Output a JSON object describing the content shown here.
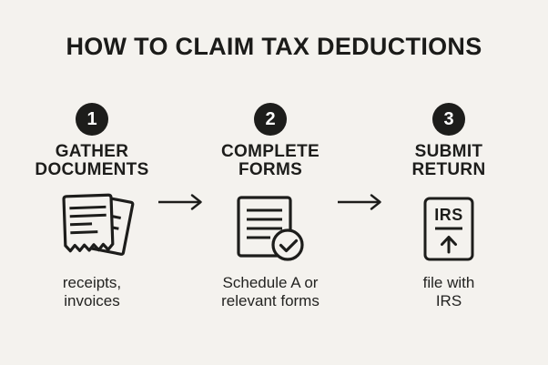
{
  "colors": {
    "background": "#f4f2ee",
    "ink": "#1d1d1b",
    "badge_bg": "#1d1d1b",
    "badge_text": "#ffffff"
  },
  "title": "HOW TO CLAIM TAX DEDUCTIONS",
  "steps": [
    {
      "number": "1",
      "icon": "receipts-icon",
      "title_lines": [
        "GATHER",
        "DOCUMENTS"
      ],
      "caption_lines": [
        "receipts,",
        "invoices"
      ]
    },
    {
      "number": "2",
      "icon": "form-checkmark-icon",
      "title_lines": [
        "COMPLETE",
        "FORMS"
      ],
      "caption_lines": [
        "Schedule A or",
        "relevant forms"
      ]
    },
    {
      "number": "3",
      "icon": "irs-upload-icon",
      "icon_text": "IRS",
      "title_lines": [
        "SUBMIT",
        "RETURN"
      ],
      "caption_lines": [
        "file with",
        "IRS"
      ]
    }
  ]
}
